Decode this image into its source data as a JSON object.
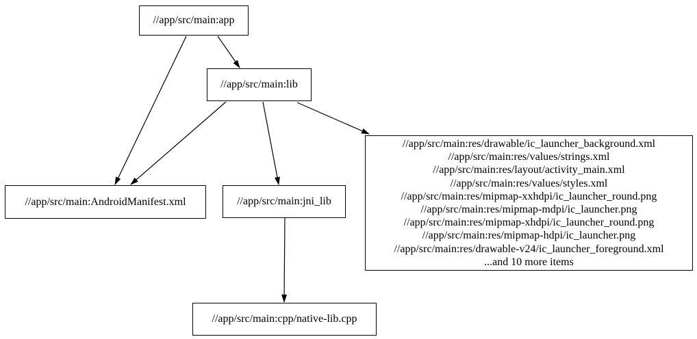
{
  "diagram": {
    "type": "dependency-graph",
    "background_color": "#ffffff",
    "node_border_color": "#000000",
    "edge_color": "#000000",
    "nodes": {
      "app": {
        "label": "//app/src/main:app"
      },
      "lib": {
        "label": "//app/src/main:lib"
      },
      "manifest": {
        "label": "//app/src/main:AndroidManifest.xml"
      },
      "jni_lib": {
        "label": "//app/src/main:jni_lib"
      },
      "res": {
        "lines": [
          "//app/src/main:res/drawable/ic_launcher_background.xml",
          "//app/src/main:res/values/strings.xml",
          "//app/src/main:res/layout/activity_main.xml",
          "//app/src/main:res/values/styles.xml",
          "//app/src/main:res/mipmap-xxhdpi/ic_launcher_round.png",
          "//app/src/main:res/mipmap-mdpi/ic_launcher.png",
          "//app/src/main:res/mipmap-xhdpi/ic_launcher_round.png",
          "//app/src/main:res/mipmap-hdpi/ic_launcher.png",
          "//app/src/main:res/drawable-v24/ic_launcher_foreground.xml",
          "...and 10 more items"
        ]
      },
      "native": {
        "label": "//app/src/main:cpp/native-lib.cpp"
      }
    },
    "edges": [
      {
        "from": "//app/src/main:app",
        "to": "//app/src/main:lib"
      },
      {
        "from": "//app/src/main:app",
        "to": "//app/src/main:AndroidManifest.xml"
      },
      {
        "from": "//app/src/main:lib",
        "to": "//app/src/main:AndroidManifest.xml"
      },
      {
        "from": "//app/src/main:lib",
        "to": "//app/src/main:jni_lib"
      },
      {
        "from": "//app/src/main:lib",
        "to": "//app/src/main:res (file group)"
      },
      {
        "from": "//app/src/main:jni_lib",
        "to": "//app/src/main:cpp/native-lib.cpp"
      }
    ]
  }
}
